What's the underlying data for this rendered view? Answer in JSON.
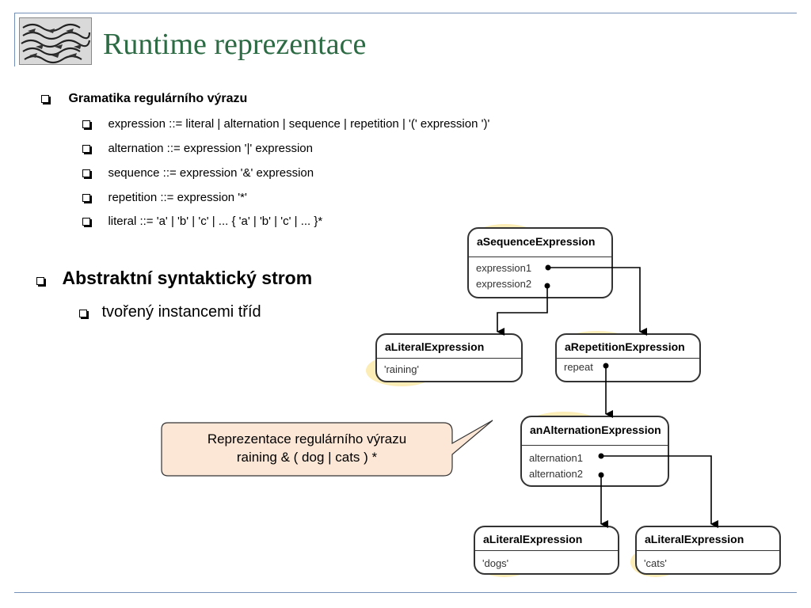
{
  "slide": {
    "title": "Runtime reprezentace",
    "logo_icon": "escher-tessellation-logo"
  },
  "grammar": {
    "heading": "Gramatika regulárního výrazu",
    "rules": [
      "expression ::= literal | alternation | sequence | repetition | '(' expression ')'",
      "alternation ::= expression '|' expression",
      "sequence ::= expression '&' expression",
      "repetition ::= expression '*'",
      "literal ::= 'a' | 'b' | 'c' | ... { 'a' | 'b' | 'c' | ... }*"
    ]
  },
  "ast": {
    "heading": "Abstraktní syntaktický strom",
    "sub": "tvořený instancemi tříd"
  },
  "diagram": {
    "sequence": {
      "prefix": "aSequence",
      "suffix": "Expression",
      "fields": [
        "expression1",
        "expression2"
      ]
    },
    "literal_raining": {
      "title": "aLiteralExpression",
      "value": "'raining'"
    },
    "repetition": {
      "prefix": "aRepetition",
      "suffix": "Expression",
      "fields": [
        "repeat"
      ]
    },
    "alternation": {
      "prefix": "anAlternation",
      "suffix": "Expression",
      "fields": [
        "alternation1",
        "alternation2"
      ]
    },
    "literal_dogs": {
      "title": "aLiteralExpression",
      "value": "'dogs'"
    },
    "literal_cats": {
      "title": "aLiteralExpression",
      "value": "'cats'"
    },
    "highlight_color": "#f9dc78"
  },
  "callout": {
    "line1": "Reprezentace regulárního výrazu",
    "line2": "raining & ( dog | cats ) *",
    "fill": "#fce6d6"
  }
}
